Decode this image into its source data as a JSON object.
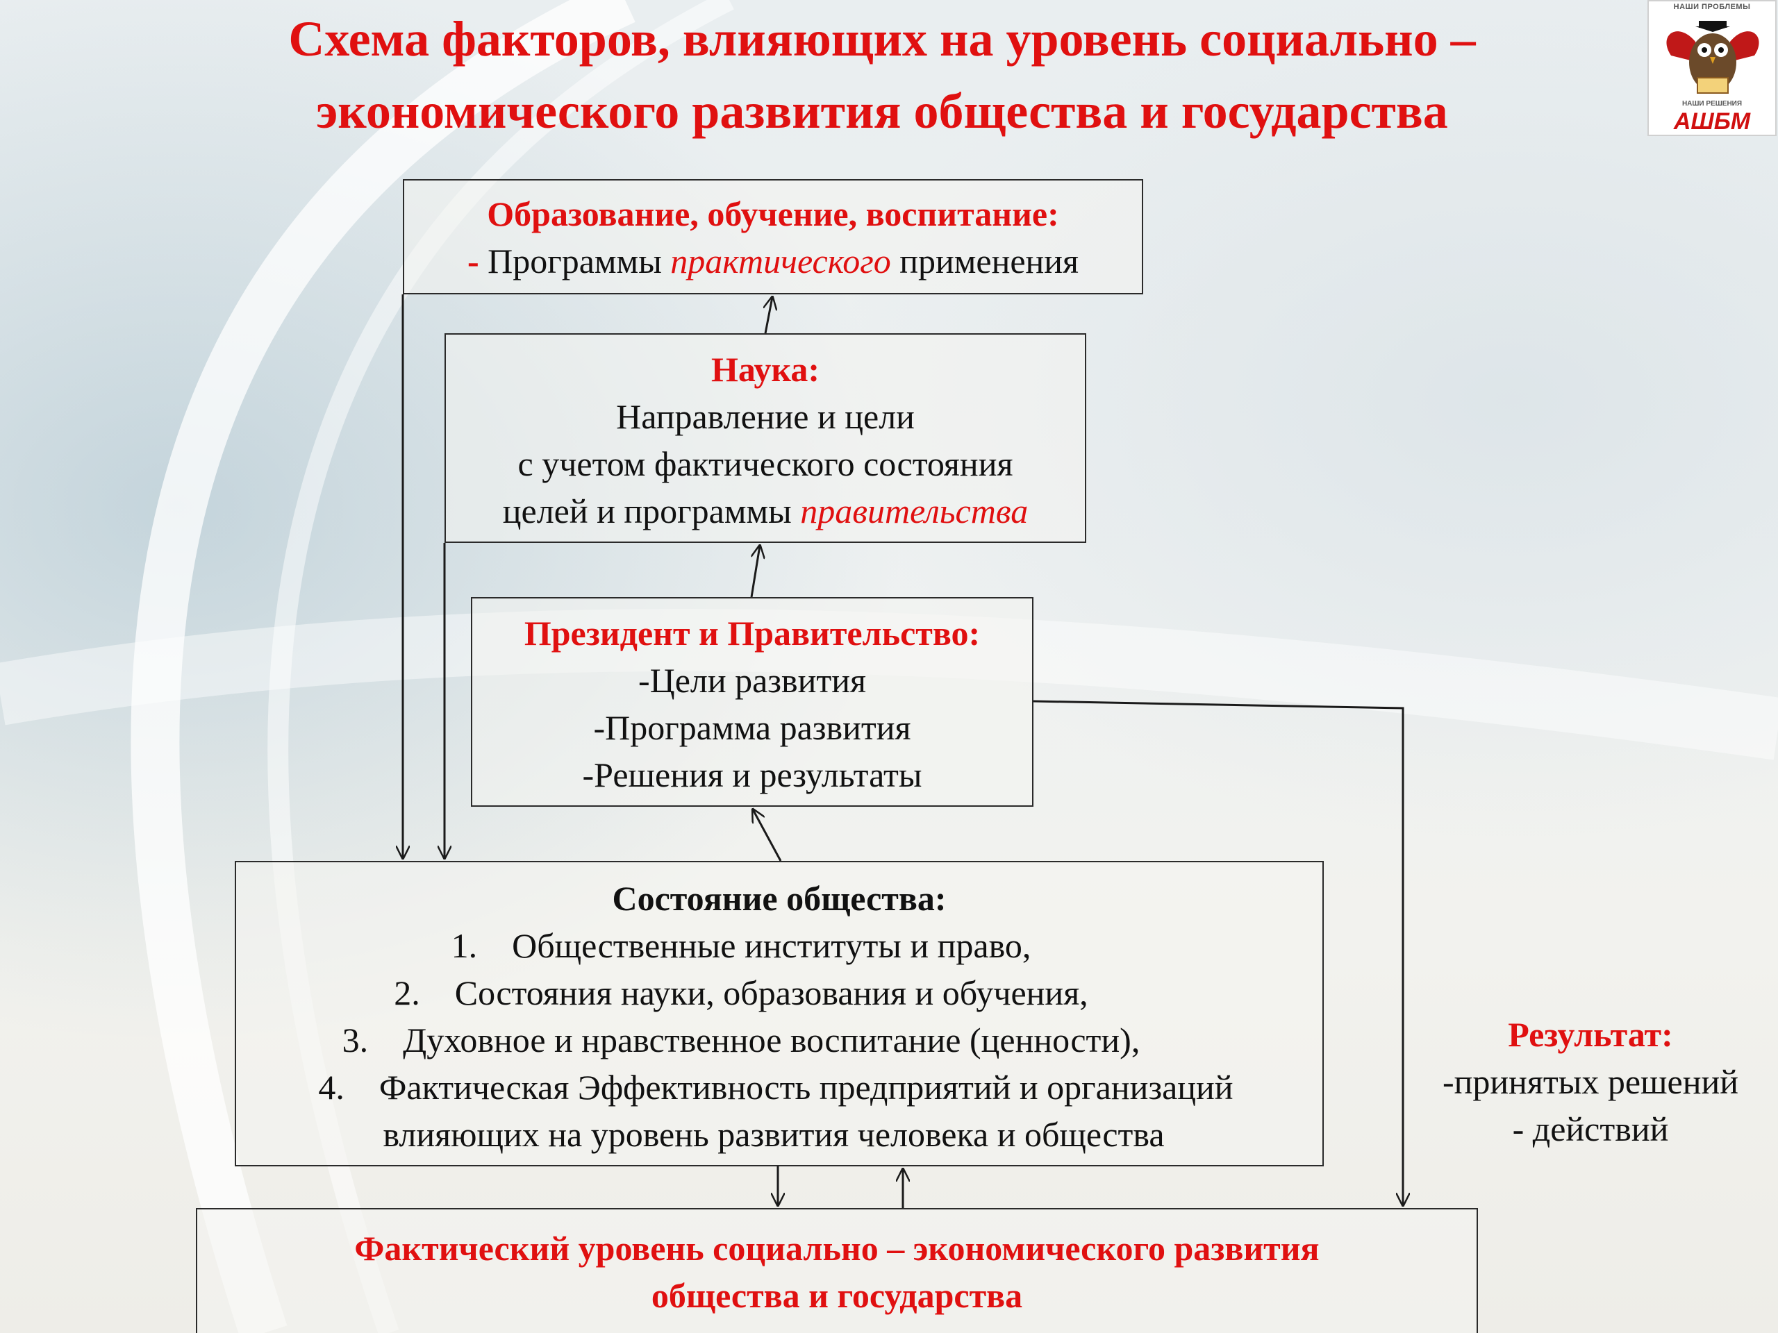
{
  "title": {
    "line1": "Схема факторов, влияющих на уровень социально –",
    "line2": "экономического развития общества и государства"
  },
  "logo": {
    "top_text": "НАШИ ПРОБЛЕМЫ",
    "mid_text": "НАШИ РЕШЕНИЯ",
    "text": "АШБМ"
  },
  "education": {
    "heading": "Образование, обучение, воспитание:",
    "dash": "-",
    "line_pre": " Программы ",
    "line_em": "практического",
    "line_post": " применения"
  },
  "science": {
    "heading": "Наука:",
    "line1": "Направление и цели",
    "line2": "с учетом фактического состояния",
    "line3_pre": "целей и программы ",
    "line3_em": "правительства"
  },
  "government": {
    "heading": "Президент и Правительство:",
    "items": [
      "-Цели развития",
      "-Программа развития",
      "-Решения и результаты"
    ]
  },
  "society": {
    "heading": "Состояние общества:",
    "items": [
      {
        "num": "1.",
        "text": "Общественные институты и  право,"
      },
      {
        "num": "2.",
        "text": "Состояния науки, образования и обучения,"
      },
      {
        "num": "3.",
        "text": "Духовное и нравственное воспитание (ценности),"
      },
      {
        "num": "4.",
        "text": "Фактическая Эффективность предприятий и организаций"
      }
    ],
    "continuation": "влияющих на уровень развития человека и общества"
  },
  "result": {
    "heading": "Результат:",
    "items": [
      "-принятых решений",
      "- действий"
    ]
  },
  "level": {
    "line1": "Фактический уровень социально – экономического развития",
    "line2": "общества и государства"
  },
  "colors": {
    "accent": "#e01010",
    "border": "#2a2a2a",
    "text": "#111111"
  }
}
